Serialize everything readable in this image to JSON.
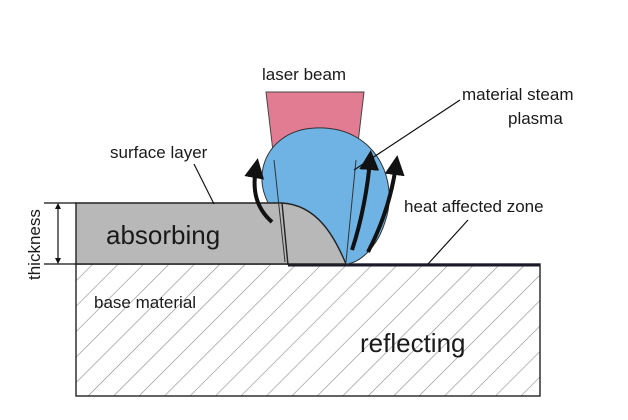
{
  "labels": {
    "laser_beam": "laser beam",
    "steam_line1": "material steam",
    "steam_line2": "plasma",
    "surface_layer": "surface layer",
    "heat_zone": "heat affected zone",
    "thickness": "thickness",
    "absorbing": "absorbing",
    "base_material": "base material",
    "reflecting": "reflecting"
  },
  "colors": {
    "laser": "#e27c93",
    "plasma": "#6fb3e4",
    "surface_layer": "#b8b8b8",
    "hatch": "#8a8a8a",
    "outline": "#222222"
  }
}
